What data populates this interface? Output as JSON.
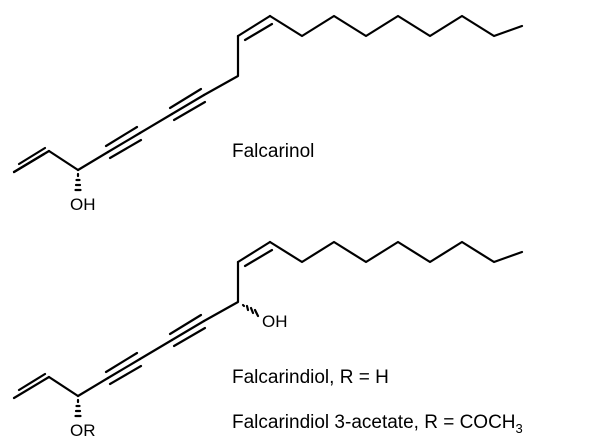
{
  "compounds": [
    {
      "name": "Falcarinol",
      "atom_label": "OH"
    },
    {
      "name": "Falcarindiol, R = H",
      "atom_label_ring": "OR",
      "atom_label_chain": "OH"
    }
  ],
  "acetate_caption": {
    "text": "Falcarindiol 3-acetate, R = COCH",
    "subscript": "3"
  }
}
